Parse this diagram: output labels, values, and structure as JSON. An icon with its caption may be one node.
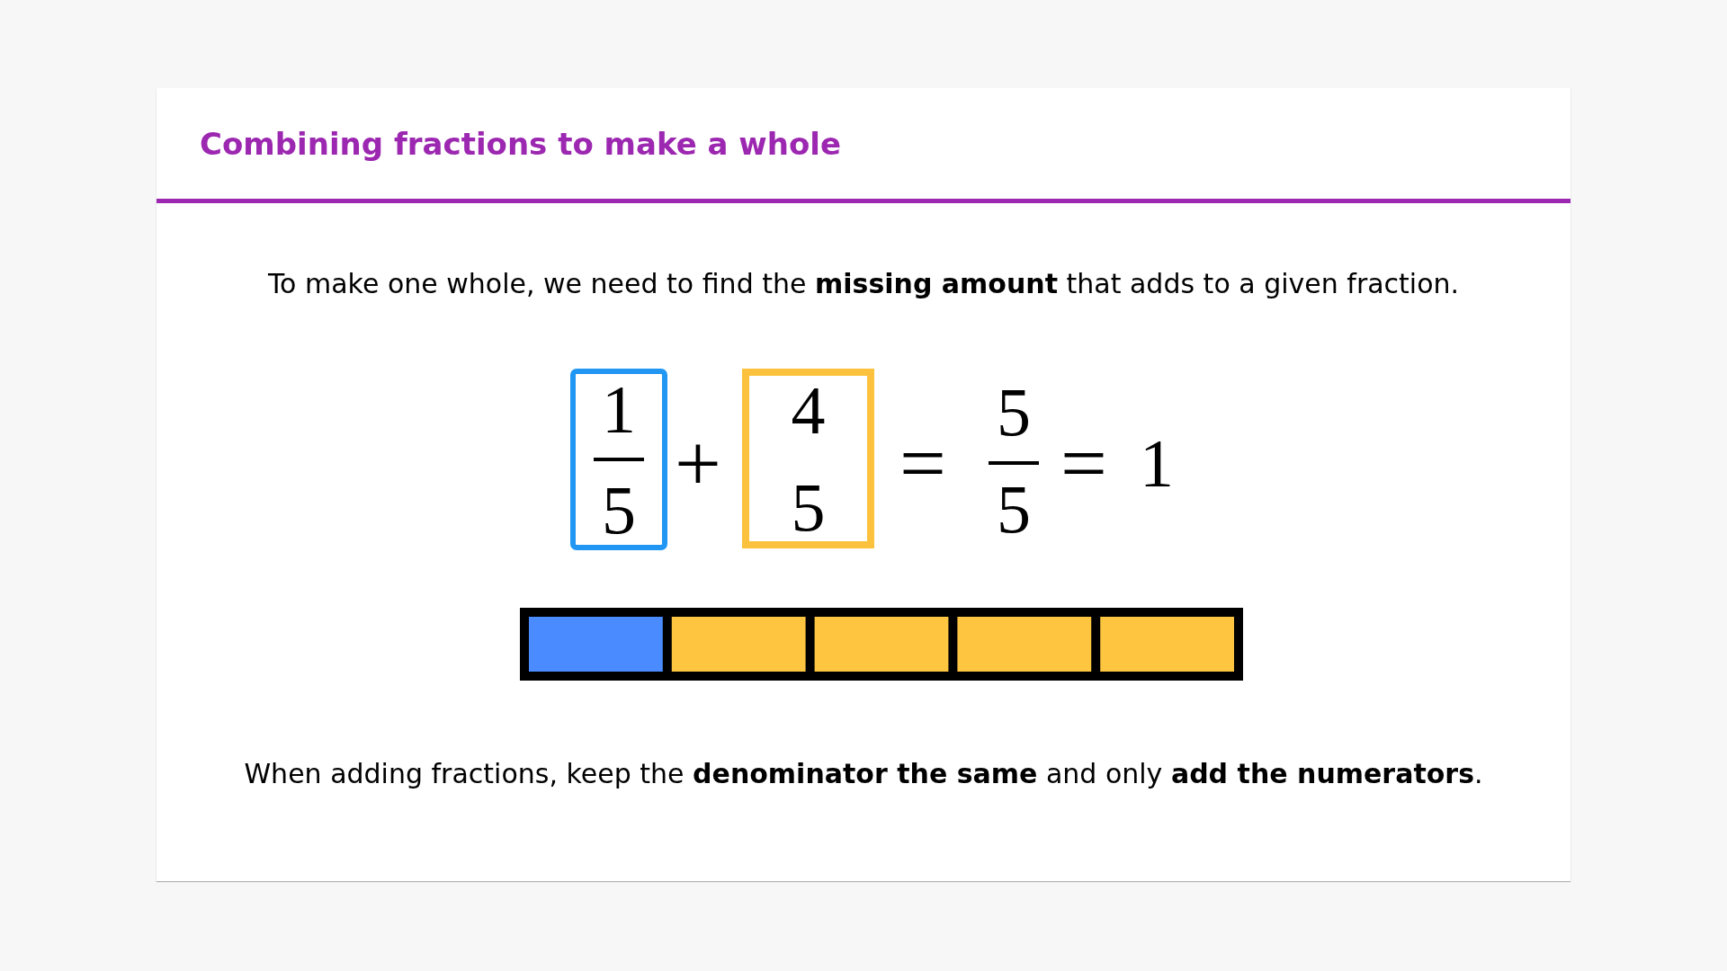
{
  "diagram": {
    "title": "Combining fractions to make a whole",
    "nodes": [
      {
        "text": [
          "1",
          "5"
        ]
      },
      {
        "text": [
          "4",
          "5"
        ]
      }
    ],
    "labels": [
      "To make one whole, we need to find the **missing amount** that adds to a given fraction.",
      "+",
      "=",
      "5",
      "5",
      "=",
      "1",
      "When adding fractions, keep the **denominator the same** and only **add the numerators**."
    ]
  }
}
